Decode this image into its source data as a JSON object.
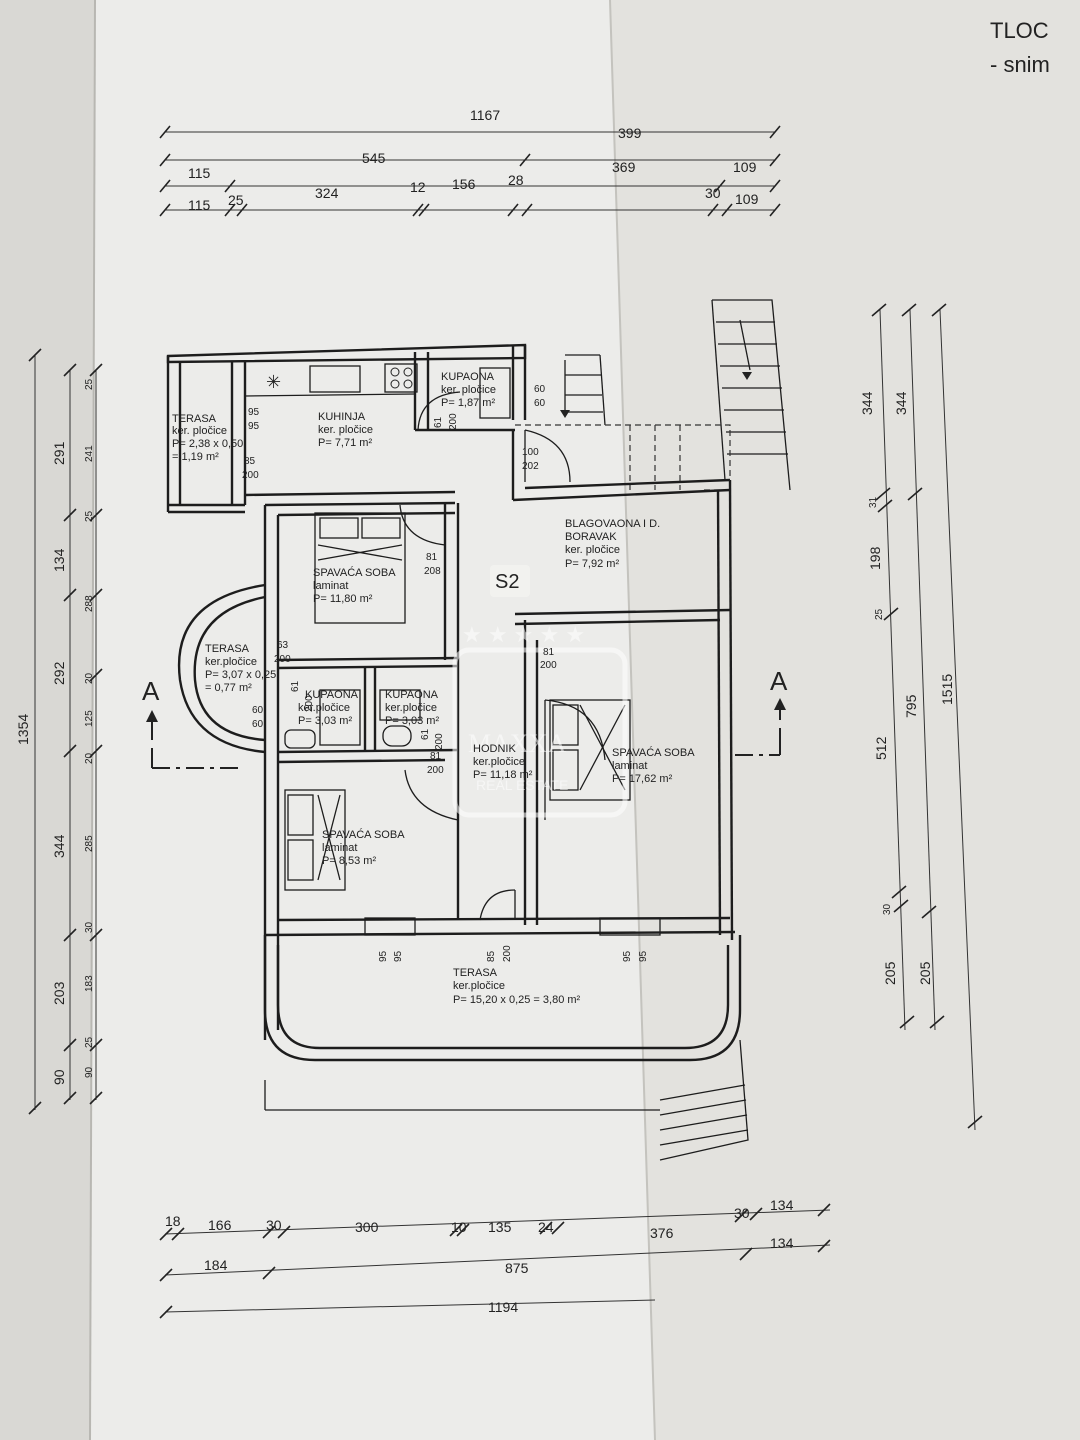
{
  "title": {
    "line1": "TLOC",
    "line2": "- snim"
  },
  "sections": {
    "left": "A",
    "right": "A"
  },
  "unit_label": "S2",
  "watermark": {
    "brand": "MAXXA",
    "subtitle": "REAL ESTATE"
  },
  "rooms": {
    "terasa_kuhinja": {
      "name": "TERASA",
      "floor": "ker. pločice",
      "area": "P= 2,38 x 0,50",
      "area2": "= 1,19 m²"
    },
    "kuhinja": {
      "name": "KUHINJA",
      "floor": "ker. pločice",
      "area": "P= 7,71 m²"
    },
    "kupaona_top": {
      "name": "KUPAONA",
      "floor": "ker. pločice",
      "area": "P= 1,87 m²"
    },
    "blagovaona": {
      "name": "BLAGOVAONA I D.",
      "name2": "BORAVAK",
      "floor": "ker. pločice",
      "area": "P= 7,92 m²"
    },
    "spavaca_1": {
      "name": "SPAVAĆA SOBA",
      "floor": "laminat",
      "area": "P= 11,80 m²"
    },
    "terasa_round": {
      "name": "TERASA",
      "floor": "ker.pločice",
      "area": "P= 3,07 x 0,25",
      "area2": "= 0,77 m²"
    },
    "kupaona_1": {
      "name": "KUPAONA",
      "floor": "ker.pločice",
      "area": "P= 3,03 m²"
    },
    "kupaona_2": {
      "name": "KUPAONA",
      "floor": "ker.pločice",
      "area": "P= 3,03 m²"
    },
    "hodnik": {
      "name": "HODNIK",
      "floor": "ker.pločice",
      "area": "P= 11,18 m²"
    },
    "spavaca_2": {
      "name": "SPAVAĆA SOBA",
      "floor": "laminat",
      "area": "P= 17,62 m²"
    },
    "spavaca_3": {
      "name": "SPAVAĆA SOBA",
      "floor": "laminat",
      "area": "P= 8,53 m²"
    },
    "terasa_bottom": {
      "name": "TERASA",
      "floor": "ker.pločice",
      "area": "P= 15,20 x 0,25 = 3,80 m²"
    }
  },
  "openings": {
    "o1": [
      "95",
      "95"
    ],
    "o2": [
      "85",
      "200"
    ],
    "o3": [
      "61",
      "200"
    ],
    "o4": [
      "60",
      "60"
    ],
    "o5": [
      "100",
      "202"
    ],
    "o6": [
      "81",
      "208"
    ],
    "o7": [
      "63",
      "200"
    ],
    "o8": [
      "60",
      "60"
    ],
    "o9": [
      "61",
      "200"
    ],
    "o10": [
      "61",
      "200"
    ],
    "o11": [
      "81",
      "200"
    ],
    "o12": [
      "81",
      "200"
    ],
    "o13": [
      "95",
      "95"
    ],
    "o14": [
      "85",
      "200"
    ],
    "o15": [
      "95",
      "95"
    ]
  },
  "dims_top": {
    "overall": "1167",
    "row1": [
      "545",
      "399"
    ],
    "row2": [
      "115",
      "369",
      "109"
    ],
    "row3": [
      "115",
      "25",
      "324",
      "12",
      "156",
      "28",
      "30",
      "109"
    ]
  },
  "dims_bottom": {
    "row1": [
      "18",
      "166",
      "30",
      "300",
      "10",
      "135",
      "24",
      "376",
      "30",
      "134"
    ],
    "row2": [
      "184",
      "875",
      "134"
    ],
    "overall": "1194"
  },
  "dims_left": {
    "overall": "1354",
    "outer": [
      "291",
      "134",
      "292",
      "344",
      "203",
      "90"
    ],
    "inner": [
      "25",
      "241",
      "25",
      "288",
      "20",
      "125",
      "20",
      "285",
      "30",
      "183",
      "25",
      "90"
    ]
  },
  "dims_right": {
    "col1": [
      "344",
      "31",
      "198",
      "25",
      "512",
      "30",
      "205"
    ],
    "col2": [
      "344",
      "795",
      "205"
    ],
    "overall": "1515"
  },
  "colors": {
    "paper": "#ececea",
    "paper_left": "#e6e6e3",
    "background": "#c9c8c2",
    "line": "#1d1d1d"
  }
}
